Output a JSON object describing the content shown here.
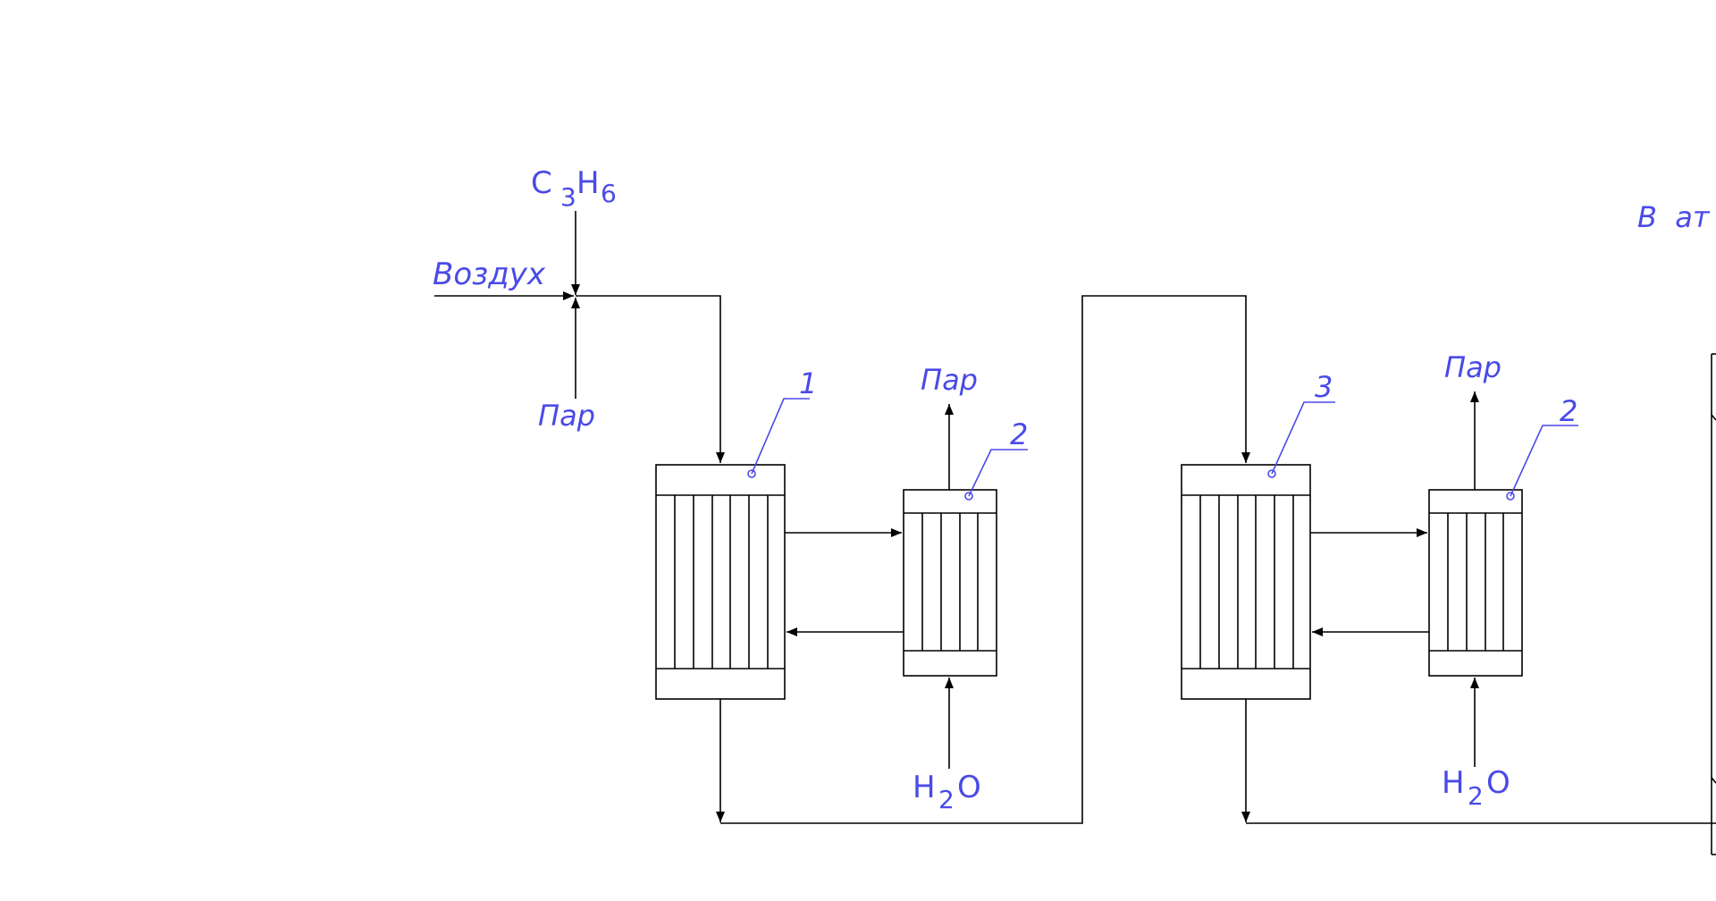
{
  "labels": {
    "propylene_main": "C",
    "propylene_sub1": "3",
    "propylene_h": "H",
    "propylene_sub2": "6",
    "air": "Воздух",
    "steam_feed": "Пар",
    "steam_out_1": "Пар",
    "steam_out_2": "Пар",
    "water_1_h": "H",
    "water_1_sub": "2",
    "water_1_o": "O",
    "water_2_h": "H",
    "water_2_sub": "2",
    "water_2_o": "O",
    "to_atmosphere": "В  ат"
  },
  "callouts": {
    "reactor_1": "1",
    "cooler_1": "2",
    "reactor_2": "3",
    "cooler_2": "2"
  }
}
